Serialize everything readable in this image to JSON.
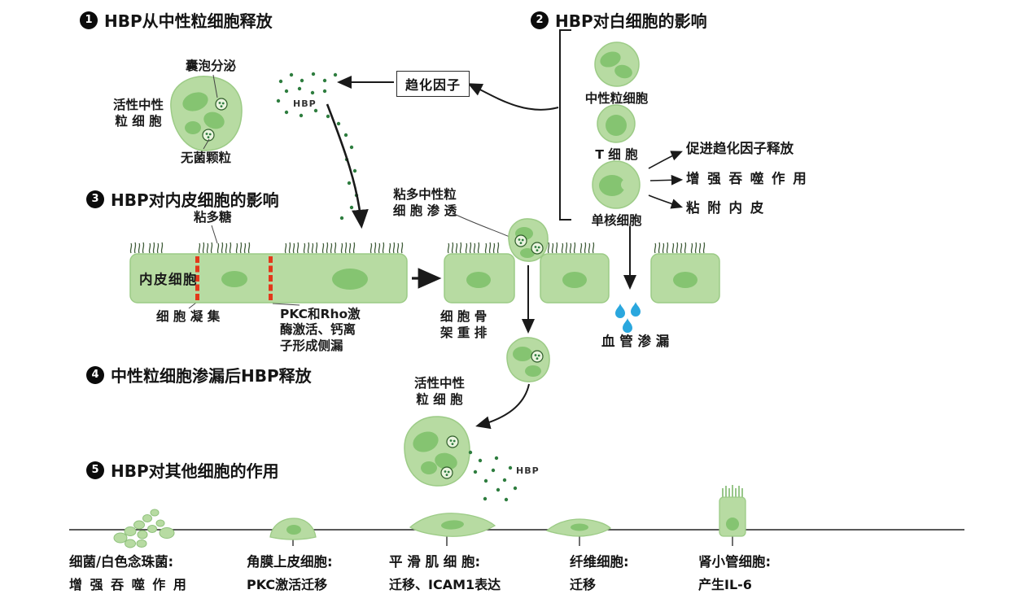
{
  "sections": [
    {
      "num": "1",
      "title": "HBP从中性粒细胞释放"
    },
    {
      "num": "2",
      "title": "HBP对白细胞的影响"
    },
    {
      "num": "3",
      "title": "HBP对内皮细胞的影响"
    },
    {
      "num": "4",
      "title": "中性粒细胞渗漏后HBP释放"
    },
    {
      "num": "5",
      "title": "HBP对其他细胞的作用"
    }
  ],
  "s1": {
    "vesicle": "囊泡分泌",
    "cell_line1": "活性中性",
    "cell_line2": "粒 细 胞",
    "granule": "无菌颗粒",
    "hbp": "HBP",
    "chemokine_box": "趋化因子"
  },
  "s2": {
    "neutrophil": "中性粒细胞",
    "tcell": "T 细 胞",
    "monocyte": "单核细胞",
    "effect1": "促进趋化因子释放",
    "effect2": "增 强 吞 噬 作 用",
    "effect3": "粘 附 内 皮"
  },
  "s3": {
    "glycocalyx": "粘多糖",
    "endothelial": "内皮细胞",
    "aggregation": "细 胞 凝 集",
    "pkc_l1": "PKC和Rho激",
    "pkc_l2": "酶激活、钙离",
    "pkc_l3": "子形成侧漏",
    "penetration_l1": "粘多中性粒",
    "penetration_l2": "细 胞 渗 透",
    "cytoskeleton_l1": "细 胞 骨",
    "cytoskeleton_l2": "架 重 排",
    "leakage": "血 管 渗 漏"
  },
  "s4": {
    "cell_line1": "活性中性",
    "cell_line2": "粒 细 胞",
    "hbp": "HBP"
  },
  "s5": {
    "items": [
      {
        "name": "细菌/白色念珠菌:",
        "effect": "增 强 吞 噬 作 用"
      },
      {
        "name": "角膜上皮细胞:",
        "effect": "PKC激活迁移"
      },
      {
        "name": "平 滑 肌 细 胞:",
        "effect": "迁移、ICAM1表达"
      },
      {
        "name": "纤维细胞:",
        "effect": "迁移"
      },
      {
        "name": "肾小管细胞:",
        "effect": "产生IL-6"
      }
    ]
  },
  "colors": {
    "cell_green": "#b7dba2",
    "cell_stroke_green": "#9ccb86",
    "nucleus_green": "#85c471",
    "hbp_dot_green": "#2e7d3f",
    "junction_red": "#e2391b",
    "droplet_blue": "#2aa7de",
    "text": "#141414"
  }
}
